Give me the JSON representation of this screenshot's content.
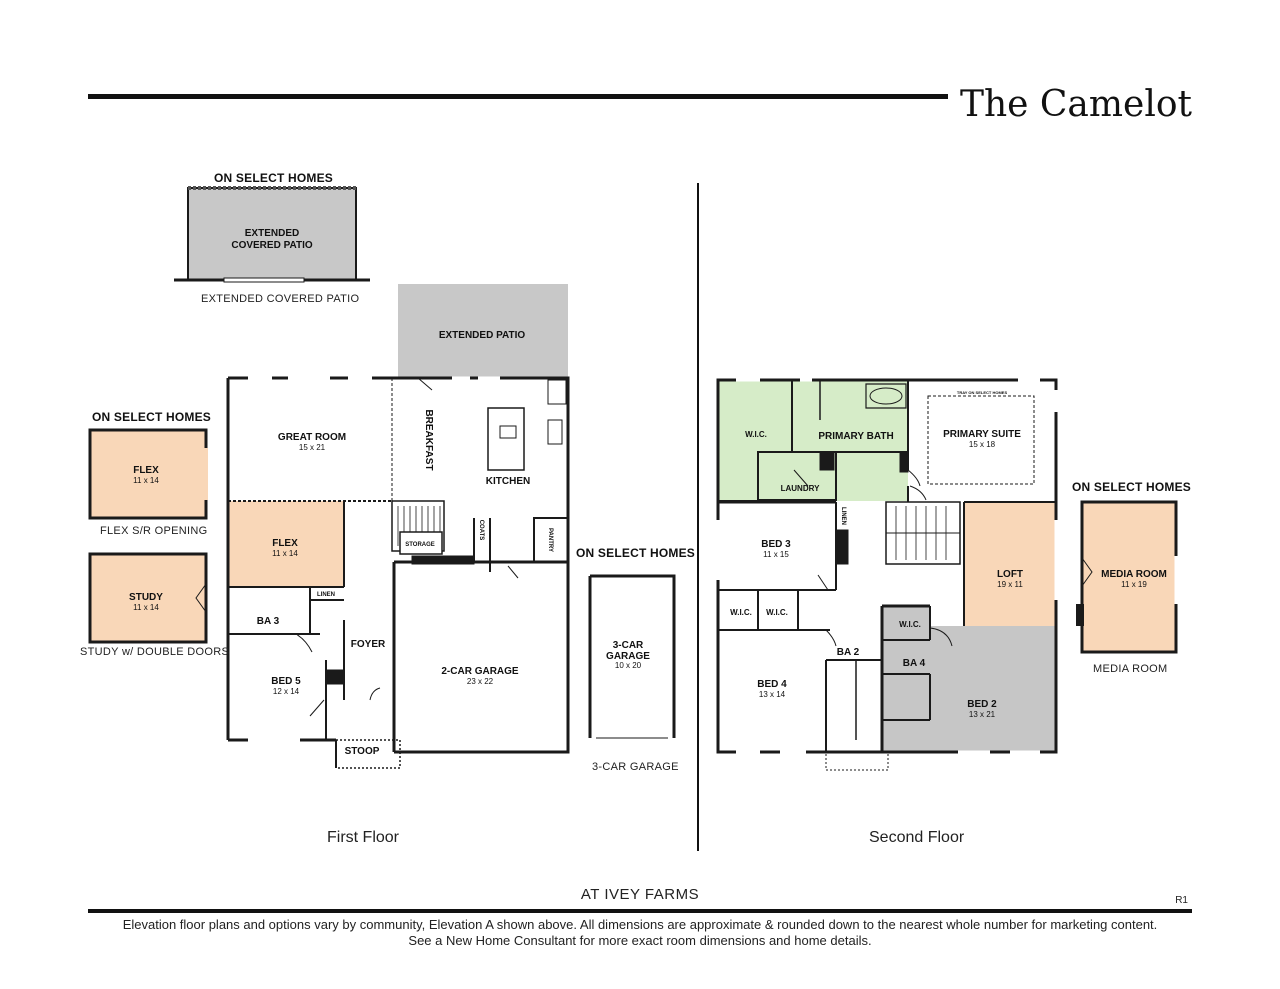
{
  "page": {
    "title": "The Camelot",
    "community": "AT IVEY FARMS",
    "revision": "R1",
    "disclaimer_line1": "Elevation floor plans and options vary by community, Elevation A shown above. All dimensions are approximate & rounded down to the nearest whole number for marketing content.",
    "disclaimer_line2": "See a New Home Consultant for more exact room dimensions and home details."
  },
  "colors": {
    "flex_room": "#f9d7b8",
    "primary_bath": "#d6ecc8",
    "bed2_suite": "#c6c6c6",
    "patio": "#c8c8c8",
    "wall": "#1a1a1a"
  },
  "first_floor": {
    "label": "First Floor",
    "rooms": {
      "extended_patio": "EXTENDED PATIO",
      "great_room": "GREAT ROOM",
      "great_room_dim": "15 x 21",
      "breakfast": "BREAKFAST",
      "kitchen": "KITCHEN",
      "flex": "FLEX",
      "flex_dim": "11 x 14",
      "storage": "STORAGE",
      "coats": "COATS",
      "pantry": "PANTRY",
      "linen": "LINEN",
      "ba3": "BA 3",
      "foyer": "FOYER",
      "bed5": "BED 5",
      "bed5_dim": "12 x 14",
      "garage": "2-CAR GARAGE",
      "garage_dim": "23 x 22",
      "stoop": "STOOP"
    },
    "options": {
      "select_homes_1": "ON SELECT HOMES",
      "covered_patio": "EXTENDED",
      "covered_patio_2": "COVERED PATIO",
      "covered_patio_caption": "EXTENDED COVERED PATIO",
      "select_homes_2": "ON SELECT HOMES",
      "opt_flex": "FLEX",
      "opt_flex_dim": "11 x 14",
      "opt_flex_caption": "FLEX S/R OPENING",
      "opt_study": "STUDY",
      "opt_study_dim": "11 x 14",
      "opt_study_caption": "STUDY w/ DOUBLE DOORS",
      "select_homes_3": "ON SELECT HOMES",
      "garage3": "3-CAR",
      "garage3_2": "GARAGE",
      "garage3_dim": "10 x 20",
      "garage3_caption": "3-CAR GARAGE"
    }
  },
  "second_floor": {
    "label": "Second Floor",
    "rooms": {
      "wic_primary": "W.I.C.",
      "primary_bath": "PRIMARY BATH",
      "primary_suite": "PRIMARY SUITE",
      "primary_suite_dim": "15 x 18",
      "tray": "TRAY ON SELECT HOMES",
      "laundry": "LAUNDRY",
      "linen": "LINEN",
      "bed3": "BED 3",
      "bed3_dim": "11 x 15",
      "wic_a": "W.I.C.",
      "wic_b": "W.I.C.",
      "loft": "LOFT",
      "loft_dim": "19 x 11",
      "wic_bed2": "W.I.C.",
      "ba2": "BA 2",
      "ba4": "BA 4",
      "bed4": "BED 4",
      "bed4_dim": "13 x 14",
      "bed2": "BED 2",
      "bed2_dim": "13 x 21"
    },
    "options": {
      "select_homes": "ON SELECT HOMES",
      "media_room": "MEDIA ROOM",
      "media_room_dim": "11 x 19",
      "media_caption": "MEDIA ROOM"
    }
  }
}
